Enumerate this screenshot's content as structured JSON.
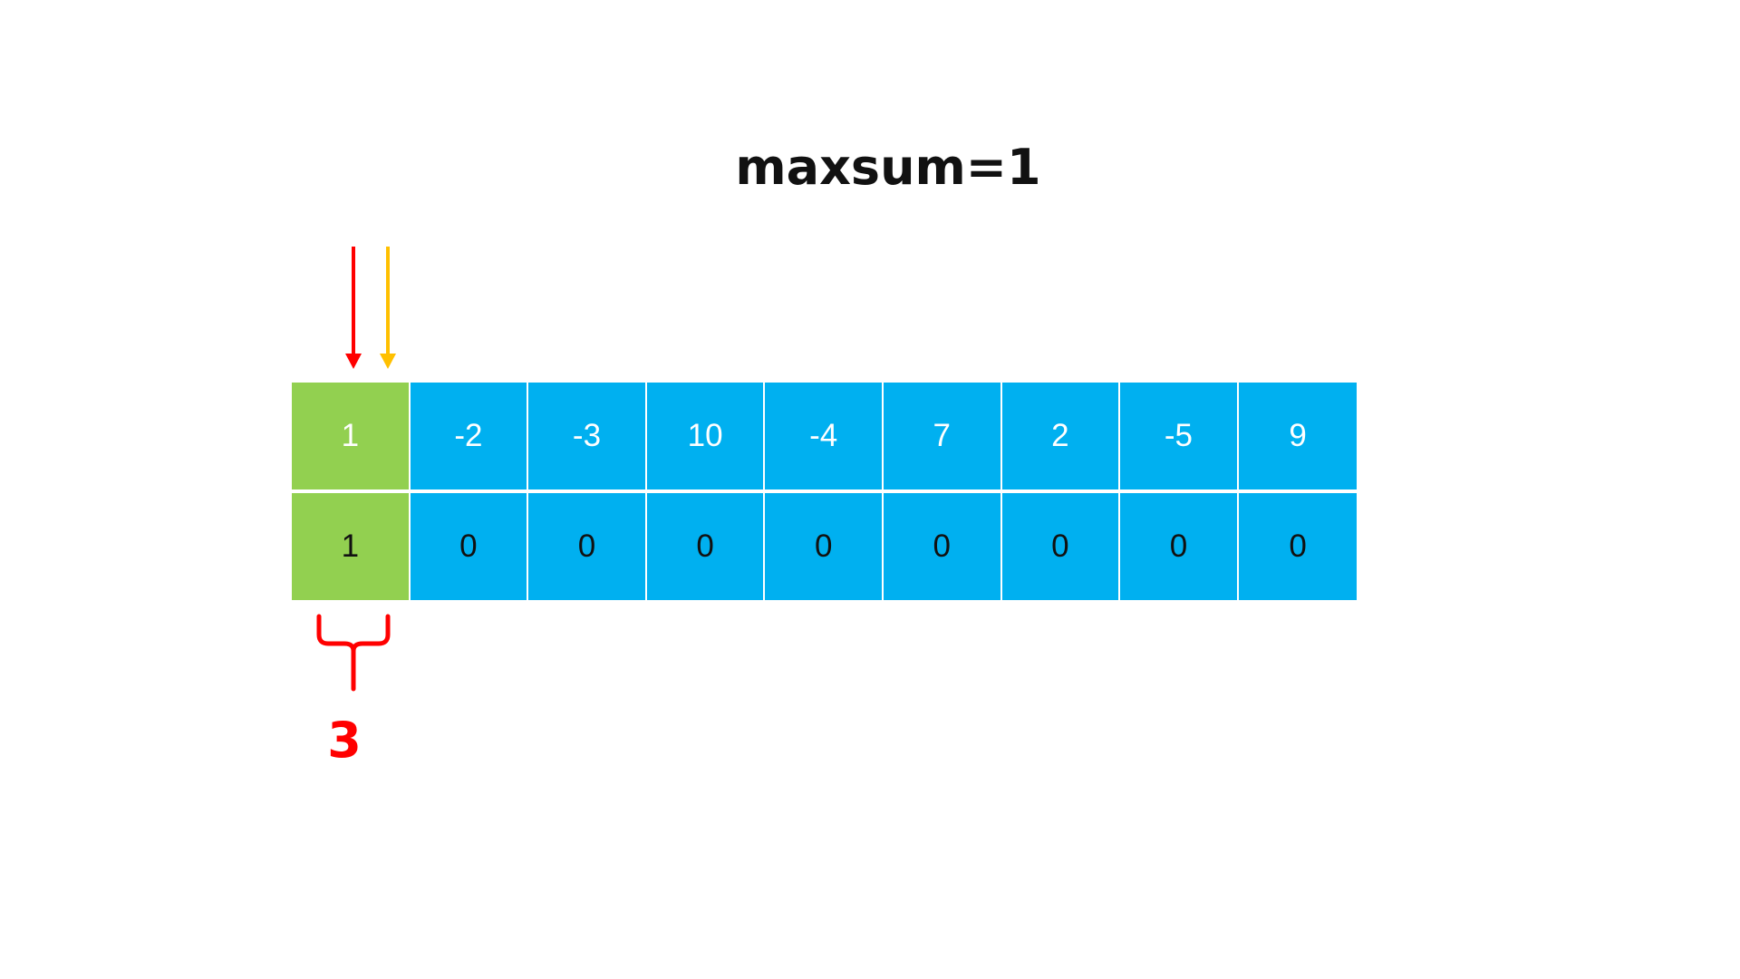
{
  "title": "maxsum=1",
  "values": [
    "1",
    "-2",
    "-3",
    "10",
    "-4",
    "7",
    "2",
    "-5",
    "9"
  ],
  "sums": [
    "1",
    "0",
    "0",
    "0",
    "0",
    "0",
    "0",
    "0",
    "0"
  ],
  "active_index": 0,
  "bracket_label": "3",
  "colors": {
    "cell": "#00b0f0",
    "active_cell": "#92d050",
    "arrow_primary": "#ff0000",
    "arrow_secondary": "#ffc000",
    "bracket": "#ff0000"
  }
}
